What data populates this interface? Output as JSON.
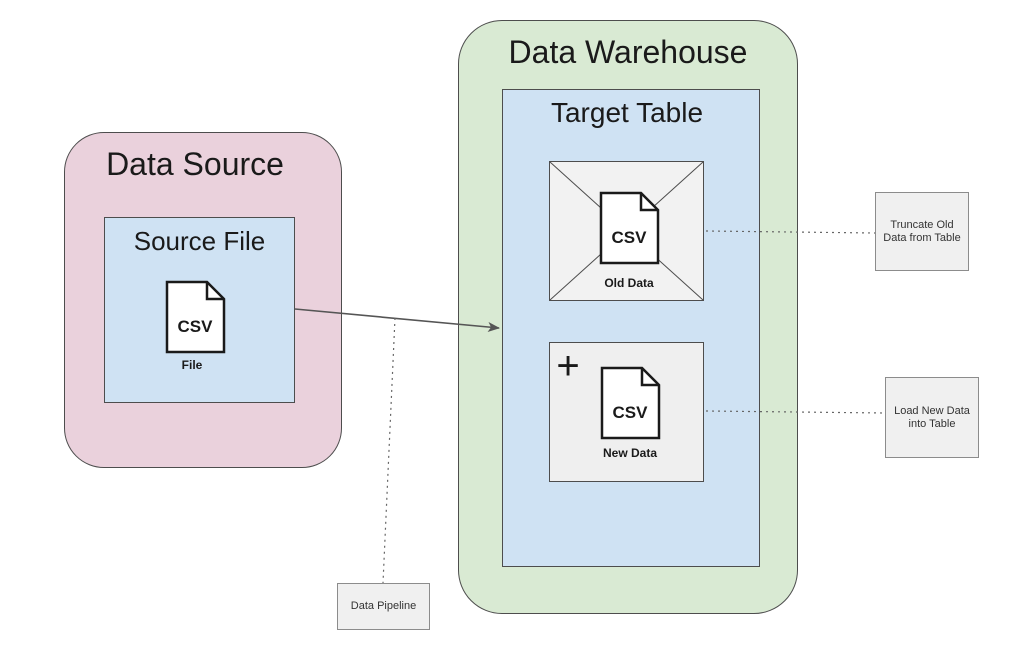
{
  "data_source": {
    "title": "Data Source"
  },
  "source_file": {
    "title": "Source File",
    "icon": "csv-file-icon",
    "icon_text": "CSV",
    "label": "File"
  },
  "data_warehouse": {
    "title": "Data Warehouse"
  },
  "target_table": {
    "title": "Target Table"
  },
  "old_data": {
    "icon": "csv-file-icon",
    "icon_text": "CSV",
    "label": "Old Data"
  },
  "new_data": {
    "icon": "csv-file-icon",
    "icon_text": "CSV",
    "label": "New Data",
    "plus": "+"
  },
  "notes": {
    "truncate": "Truncate Old Data from Table",
    "load": "Load New Data into Table",
    "pipeline": "Data Pipeline"
  },
  "colors": {
    "data_source_fill": "#ead1dc",
    "warehouse_fill": "#d9ead3",
    "table_fill": "#cfe2f3",
    "box_fill": "#f2f2f2",
    "stroke": "#4d4d4d"
  }
}
